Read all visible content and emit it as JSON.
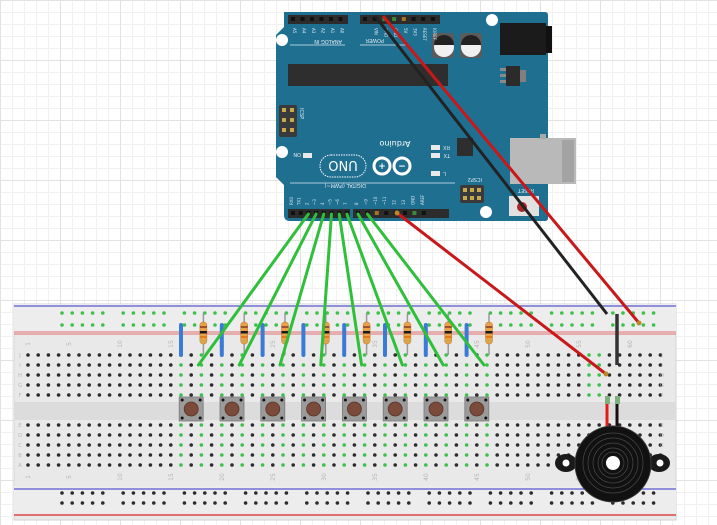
{
  "app": {
    "title": "Fritzing breadboard view"
  },
  "arduino": {
    "model": "UNO",
    "brand": "Arduino",
    "brand_mark": "TM",
    "board_color": "#1f6f91",
    "labels": {
      "analog_in": "ANALOG IN",
      "power": "POWER",
      "digital": "DIGITAL (PWM~)",
      "icsp": "ICSP",
      "icsp2": "ICSP2",
      "on": "ON",
      "rx": "RX",
      "tx": "TX",
      "l": "L",
      "reset": "RESET",
      "one": "1"
    },
    "analog_pins": [
      "A5",
      "A4",
      "A3",
      "A2",
      "A1",
      "A0"
    ],
    "power_pins": [
      "",
      "VIN",
      "GND",
      "GND",
      "5V",
      "3V3",
      "RESET",
      "IOREF"
    ],
    "digital_pins_low": [
      "RX0",
      "TX1",
      "2",
      "~3",
      "4",
      "~5",
      "~6",
      "7"
    ],
    "digital_pins_high": [
      "8",
      "~9",
      "~10",
      "~11",
      "12",
      "13",
      "GND",
      "AREF"
    ]
  },
  "breadboard": {
    "column_labels_top": [
      "1",
      "5",
      "10",
      "15",
      "20",
      "25",
      "30",
      "35",
      "40",
      "45",
      "50",
      "55",
      "60"
    ],
    "column_labels_bottom": [
      "1",
      "5",
      "10",
      "15",
      "20",
      "25",
      "30",
      "35",
      "40",
      "45",
      "50",
      "55",
      "60"
    ],
    "row_labels_top": [
      "J",
      "I",
      "H",
      "G",
      "F"
    ],
    "row_labels_bottom": [
      "E",
      "D",
      "C",
      "B",
      "A"
    ]
  },
  "components": {
    "pushbuttons": 8,
    "resistors": 8,
    "buzzer": "Piezo buzzer"
  },
  "wires": {
    "signal_color": "#2fbf3a",
    "power_color": "#c8181a",
    "ground_color": "#222222",
    "jumper_color": "#3a7bd5"
  }
}
